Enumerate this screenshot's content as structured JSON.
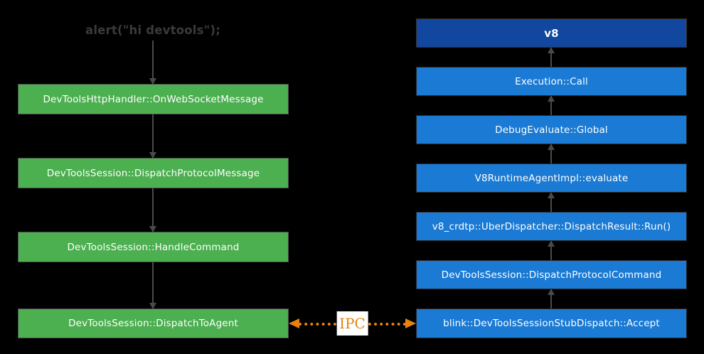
{
  "title": "alert(\"hi devtools\");",
  "colors": {
    "background": "#000000",
    "browser_node": "#4caf50",
    "renderer_node": "#1a7ad4",
    "v8_node": "#11479e",
    "ipc_accent": "#e8820c",
    "connector": "#4a4a4a",
    "title_text": "#3a3a3a",
    "node_text": "#ffffff"
  },
  "browser_column": {
    "nodes": [
      {
        "label": "DevToolsHttpHandler::OnWebSocketMessage"
      },
      {
        "label": "DevToolsSession::DispatchProtocolMessage"
      },
      {
        "label": "DevToolsSession::HandleCommand"
      },
      {
        "label": "DevToolsSession::DispatchToAgent"
      }
    ]
  },
  "renderer_column": {
    "nodes": [
      {
        "label": "v8"
      },
      {
        "label": "Execution::Call"
      },
      {
        "label": "DebugEvaluate::Global"
      },
      {
        "label": "V8RuntimeAgentImpl::evaluate"
      },
      {
        "label": "v8_crdtp::UberDispatcher::DispatchResult::Run()"
      },
      {
        "label": "DevToolsSession::DispatchProtocolCommand"
      },
      {
        "label": "blink::DevToolsSessionStubDispatch::Accept"
      }
    ]
  },
  "ipc": {
    "label": "IPC"
  }
}
